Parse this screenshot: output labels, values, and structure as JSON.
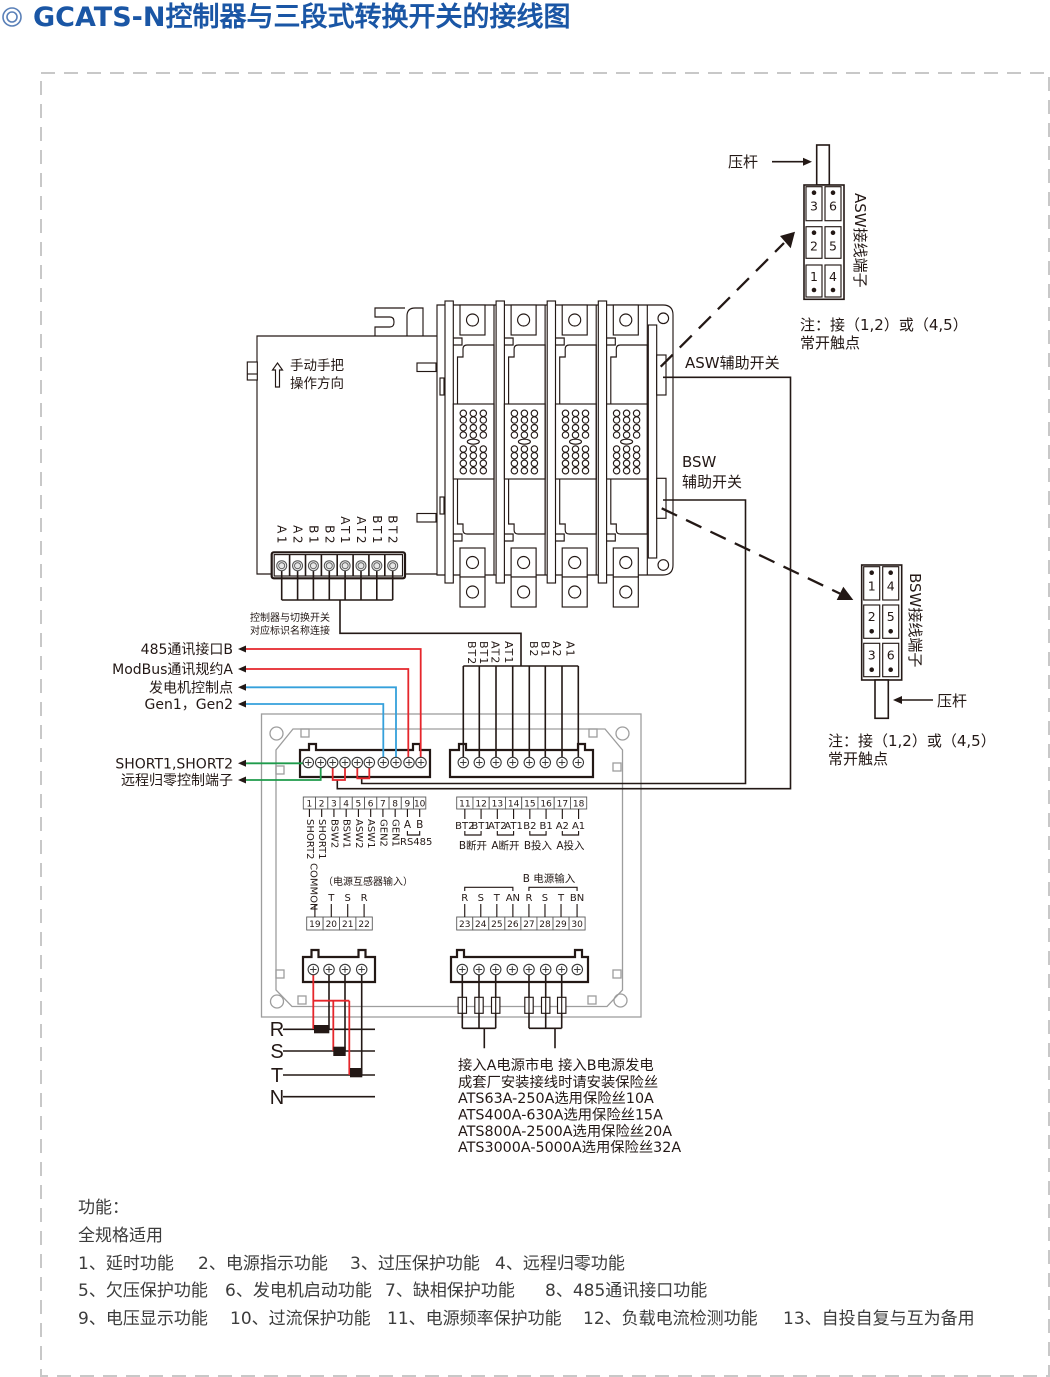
{
  "title": {
    "icon": "double-circle-icon",
    "text": "GCATS-N控制器与三段式转换开关的接线图"
  },
  "colors": {
    "title": "#1a56a5",
    "title_icon": "#5a80b8",
    "line": "#231815",
    "red": "#e5262b",
    "blue": "#35a0db",
    "green": "#1e9b4b",
    "border": "#c8c8c8"
  },
  "asw_terminal": {
    "lever_label": "压杆",
    "label": "ASW接线端子",
    "contacts": [
      [
        "3",
        "6"
      ],
      [
        "2",
        "5"
      ],
      [
        "1",
        "4"
      ]
    ],
    "note": [
      "注：接（1,2）或（4,5）",
      "常开触点"
    ]
  },
  "bsw_terminal": {
    "lever_label": "压杆",
    "label": "BSW接线端子",
    "contacts": [
      [
        "1",
        "4"
      ],
      [
        "2",
        "5"
      ],
      [
        "3",
        "6"
      ]
    ],
    "note": [
      "注：接（1,2）或（4,5）",
      "常开触点"
    ]
  },
  "transfer_switch": {
    "handle_icon": "up-arrow-icon",
    "handle_direction": [
      "手动手把",
      "操作方向"
    ],
    "asw_aux_label": "ASW辅助开关",
    "bsw_aux_label": [
      "BSW",
      "辅助开关"
    ],
    "terminal_labels": [
      "A1",
      "A2",
      "B1",
      "B2",
      "AT1",
      "AT2",
      "BT1",
      "BT2"
    ]
  },
  "connection_note": [
    "控制器与切换开关",
    "对应标识名称连接"
  ],
  "signal_wires": [
    {
      "label": "485通讯接口B",
      "color": "red"
    },
    {
      "label": "ModBus通讯规约A",
      "color": "red"
    },
    {
      "label": "发电机控制点",
      "color": "blue"
    },
    {
      "label": "Gen1，Gen2",
      "color": "blue"
    },
    {
      "label": "SHORT1,SHORT2",
      "color": "green"
    },
    {
      "label": "远程归零控制端子",
      "color": "green"
    }
  ],
  "controller": {
    "switch_side_labels": [
      "BT2",
      "BT1",
      "AT2",
      "AT1",
      "B2",
      "B1",
      "A2",
      "A1"
    ],
    "terminals_1_10": {
      "numbers": [
        "1",
        "2",
        "3",
        "4",
        "5",
        "6",
        "7",
        "8",
        "9",
        "10"
      ],
      "labels": [
        "SHORT2",
        "SHORT1",
        "BSW2",
        "BSW1",
        "ASW2",
        "ASW1",
        "GEN2",
        "GEN1",
        "A",
        "B"
      ],
      "bus_label": "RS485",
      "common_label": "COMMON"
    },
    "terminals_11_18": {
      "numbers": [
        "11",
        "12",
        "13",
        "14",
        "15",
        "16",
        "17",
        "18"
      ],
      "labels": [
        "BT2",
        "BT1",
        "AT2",
        "AT1",
        "B2",
        "B1",
        "A2",
        "A1"
      ],
      "group_labels": [
        "B断开",
        "A断开",
        "B投入",
        "A投入"
      ]
    },
    "terminals_19_22": {
      "numbers": [
        "19",
        "20",
        "21",
        "22"
      ],
      "title": "（电源互感器输入）",
      "labels": [
        "T",
        "S",
        "R"
      ]
    },
    "terminals_23_30": {
      "numbers": [
        "23",
        "24",
        "25",
        "26",
        "27",
        "28",
        "29",
        "30"
      ],
      "title": "B 电源输入",
      "labels": [
        "R",
        "S",
        "T",
        "AN",
        "R",
        "S",
        "T",
        "BN"
      ]
    }
  },
  "mains": {
    "phases": [
      "R",
      "S",
      "T",
      "N"
    ]
  },
  "fuse_notes": [
    "接入A电源市电  接入B电源发电",
    "成套厂安装接线时请安装保险丝",
    "ATS63A-250A选用保险丝10A",
    "ATS400A-630A选用保险丝15A",
    "ATS800A-2500A选用保险丝20A",
    "ATS3000A-5000A选用保险丝32A"
  ],
  "functions": {
    "heading": "功能：",
    "scope": "全规格适用",
    "rows": [
      [
        "1、延时功能",
        "2、电源指示功能",
        "3、过压保护功能",
        "4、远程归零功能"
      ],
      [
        "5、欠压保护功能",
        "6、发电机启动功能",
        "7、缺相保护功能",
        "8、485通讯接口功能"
      ],
      [
        "9、电压显示功能",
        "10、过流保护功能",
        "11、电源频率保护功能",
        "12、负载电流检测功能",
        "13、自投自复与互为备用"
      ]
    ]
  }
}
